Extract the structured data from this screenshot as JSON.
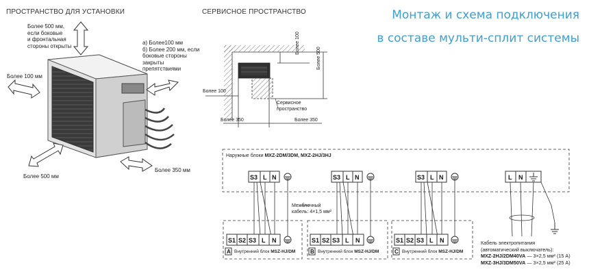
{
  "install": {
    "header": "ПРОСТРАНСТВО ДЛЯ УСТАНОВКИ",
    "top_note": [
      "Более 500 мм,",
      "если боковые",
      "и фронтальная",
      "стороны открыты"
    ],
    "side_note": [
      "а) Более100 мм",
      "б) Более 200 мм, если",
      "боковые стороны",
      "закрыты",
      "препятствиями"
    ],
    "left_label": "Более 100 мм",
    "bottom_left_label": "Более 500 мм",
    "bottom_right_label": "Более 350 мм"
  },
  "service": {
    "header": "СЕРВИСНОЕ ПРОСТРАНСТВО",
    "v100": "Более 100",
    "v500": "Более 500",
    "h100": "Более 100",
    "h350_left": "Более 350",
    "h350_right": "Более 350",
    "service_note": [
      "Сервисное",
      "пространство"
    ]
  },
  "title": {
    "line1": "Монтаж и схема подключения",
    "line2": "в составе мульти-сплит системы"
  },
  "wiring": {
    "outdoor_prefix": "Наружные блоки ",
    "outdoor_models": "MXZ-2DM/3DM, MXZ-2HJ/3HJ",
    "outdoor_terms": [
      "S3",
      "L",
      "N"
    ],
    "power_terms": [
      "L",
      "N"
    ],
    "interblock": [
      "Межблочный",
      "кабель: 4×1,5 мм²"
    ],
    "indoor_terms": [
      "S1",
      "S2",
      "S3",
      "L",
      "N"
    ],
    "indoor": [
      {
        "letter": "A",
        "prefix": "Внутренний блок ",
        "model": "MSZ-HJ/DM"
      },
      {
        "letter": "B",
        "prefix": "Внутренний блок ",
        "model": "MSZ-HJ/DM"
      },
      {
        "letter": "C",
        "prefix": "Внутренний блок ",
        "model": "MSZ-HJ/DM"
      }
    ],
    "power_cable": {
      "line1": "Кабель электропитания",
      "line2": "(автоматический выключатель):",
      "row1_model": "MXZ-2HJ/2DM40VA",
      "row1_spec": " — 3×2,5 мм² (15 А)",
      "row2_model": "MXZ-3HJ/3DM50VA",
      "row2_spec": " — 3×2,5 мм² (25 А)"
    }
  }
}
